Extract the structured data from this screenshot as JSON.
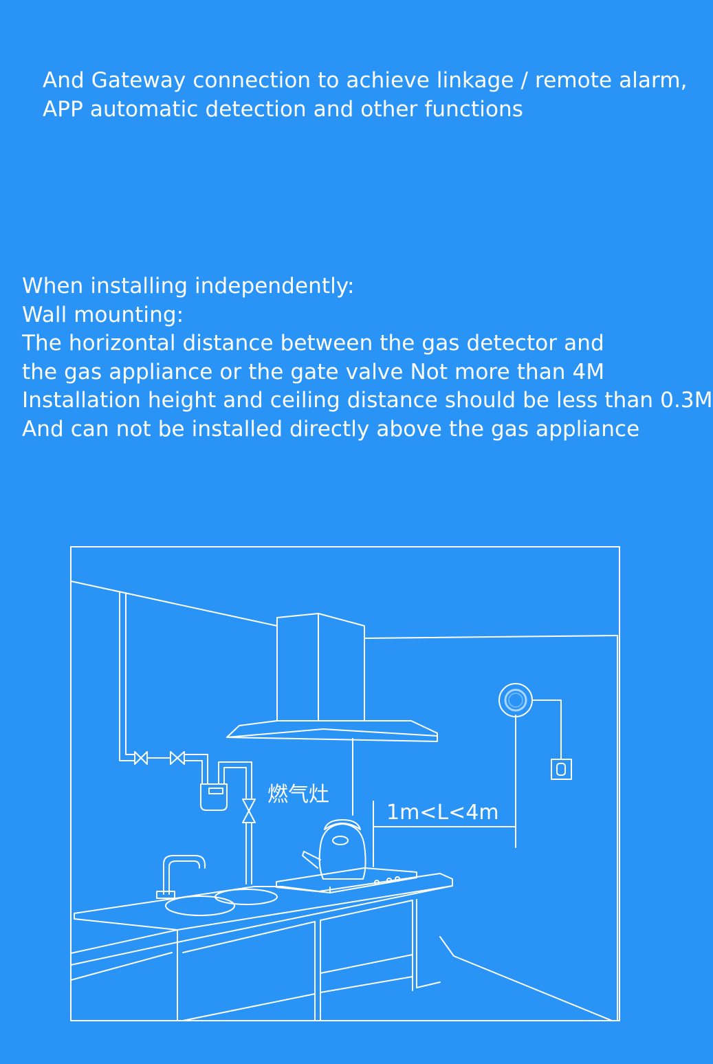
{
  "intro": {
    "lines": [
      "And Gateway connection to achieve linkage / remote alarm,",
      "APP automatic detection and other functions"
    ]
  },
  "install": {
    "lines": [
      "When installing independently:",
      "Wall mounting:",
      "The horizontal distance between the gas detector and",
      "the gas appliance  or the gate valve Not more than 4M",
      "Installation height and ceiling distance should be less than 0.3M",
      "And can not be installed directly above the gas appliance"
    ]
  },
  "diagram": {
    "stove_label": "燃气灶",
    "distance_label": "1m<L<4m"
  },
  "colors": {
    "background": "#2994f5",
    "line": "#ffffff"
  }
}
